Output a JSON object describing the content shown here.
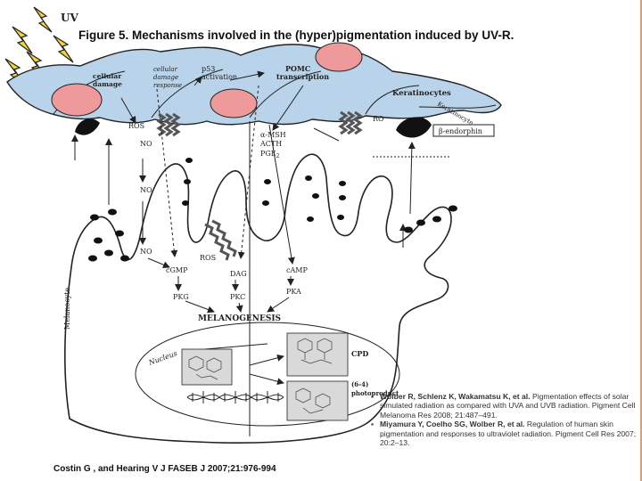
{
  "slide": {
    "title": "Figure 5. Mechanisms involved in the (hyper)pigmentation induced by UV-R.",
    "citation": "Costin G , and Hearing V J FASEB J 2007;21:976-994"
  },
  "diagram": {
    "uv_label": "UV",
    "cellular_damage": [
      "cellular",
      "damage"
    ],
    "cellular_damage_response": [
      "cellular",
      "damage",
      "response"
    ],
    "p53_activation": [
      "p53",
      "activation"
    ],
    "pomc_transcription": [
      "POMC",
      "transcription"
    ],
    "keratinocytes": "Keratinocytes",
    "keratinocyte": "Keratinocyte",
    "beta_endorphin": "β-endorphin",
    "ros_left": "ROS",
    "ros_right": "RO",
    "no_upper": "NO",
    "no_middle": "NO",
    "no_lower": "NO",
    "alpha_msh": "α-MSH",
    "acth": "ACTH",
    "pge2": "PGE",
    "pge2_sub": "2",
    "ros_inner": "ROS",
    "cgmp": "cGMP",
    "pkg": "PKG",
    "dag": "DAG",
    "pkc": "PKC",
    "camp": "cAMP",
    "pka": "PKA",
    "melanogenesis": "MELANOGENESIS",
    "melanocyte": "Melanocyte",
    "nucleus": "Nucleus",
    "cpd": "CPD",
    "photoproduct_top": "(6-4)",
    "photoproduct": "photoproduct"
  },
  "references": [
    {
      "authors": "Wolber R, Schlenz K, Wakamatsu K, et al.",
      "text": " Pigmentation effects of solar simulated radiation as compared with UVA and UVB radiation. Pigment Cell Melanoma Res 2008; 21:487–491."
    },
    {
      "authors": "Miyamura Y, Coelho SG, Wolber R, et al.",
      "text": " Regulation of human skin pigmentation and responses to ultraviolet radiation. Pigment Cell Res 2007; 20:2–13."
    }
  ],
  "colors": {
    "keratinocyte_fill": "#b9d3ea",
    "nucleus_fill": "#ef9a9a",
    "melanosome": "#111111",
    "frame_accent": "#d8a080"
  }
}
